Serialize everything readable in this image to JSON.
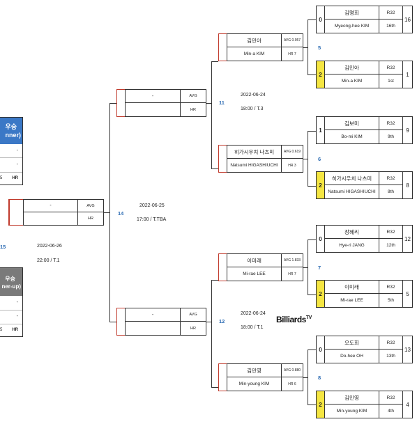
{
  "colors": {
    "accent_red": "#c0392b",
    "winner_blue": "#3b78c6",
    "runnerup_gray": "#7a7a7a",
    "win_yellow": "#f5e642",
    "match_num_blue": "#2e6db4"
  },
  "final": {
    "winner_label_1": "우승",
    "winner_label_2": "nner)",
    "runnerup_label_1": "우승",
    "runnerup_label_2": "ner-up)",
    "dash": "-",
    "hr_short": "HR",
    "stub": "5",
    "match_num": "15",
    "date": "2022-06-26",
    "time": "22:00 /  T.1"
  },
  "semifinal": {
    "match_num": "14",
    "date": "2022-06-25",
    "time": "17:00 /  T.TBA",
    "name": "-",
    "avg": "AVG",
    "hr": "HR"
  },
  "quarterfinals": [
    {
      "match_num": "11",
      "date": "2022-06-24",
      "time": "18:00 /  T.3",
      "name": "-",
      "avg": "AVG",
      "hr": "HR"
    },
    {
      "match_num": "12",
      "date": "2022-06-24",
      "time": "18:00 /  T.1",
      "name": "-",
      "avg": "AVG",
      "hr": "HR"
    }
  ],
  "round16": [
    {
      "match_num": "5",
      "ko": "김민아",
      "en": "Min-a KIM",
      "avg": "AVG 0.957",
      "hr": "HR 7"
    },
    {
      "match_num": "6",
      "ko": "히가시우치 나츠미",
      "en": "Natsumi HIGASHIUCHI",
      "avg": "AVG 0.619",
      "hr": "HR 3"
    },
    {
      "match_num": "7",
      "ko": "이미래",
      "en": "Mi-rae LEE",
      "avg": "AVG 1.833",
      "hr": "HR 7"
    },
    {
      "match_num": "8",
      "ko": "김민영",
      "en": "Min-young KIM",
      "avg": "AVG 0.880",
      "hr": "HR 6"
    }
  ],
  "round32": [
    {
      "score": "0",
      "ko": "김명희",
      "en": "Myeong-hee KIM",
      "round": "R32",
      "rank": "16th",
      "seed": "16"
    },
    {
      "score": "2",
      "ko": "김민아",
      "en": "Min-a KIM",
      "round": "R32",
      "rank": "1st",
      "seed": "1"
    },
    {
      "score": "1",
      "ko": "김보미",
      "en": "Bo-mi KIM",
      "round": "R32",
      "rank": "9th",
      "seed": "9"
    },
    {
      "score": "2",
      "ko": "히가시우치 나츠미",
      "en": "Natsumi HIGASHIUCHI",
      "round": "R32",
      "rank": "8th",
      "seed": "8"
    },
    {
      "score": "0",
      "ko": "장혜리",
      "en": "Hye-ri JANG",
      "round": "R32",
      "rank": "12th",
      "seed": "12"
    },
    {
      "score": "2",
      "ko": "이미래",
      "en": "Mi-rae LEE",
      "round": "R32",
      "rank": "5th",
      "seed": "5"
    },
    {
      "score": "0",
      "ko": "오도희",
      "en": "Do-hee OH",
      "round": "R32",
      "rank": "13th",
      "seed": "13"
    },
    {
      "score": "2",
      "ko": "김민영",
      "en": "Min-young KIM",
      "round": "R32",
      "rank": "4th",
      "seed": "4"
    }
  ],
  "logo": {
    "text": "Billiards",
    "sup": "TV"
  }
}
